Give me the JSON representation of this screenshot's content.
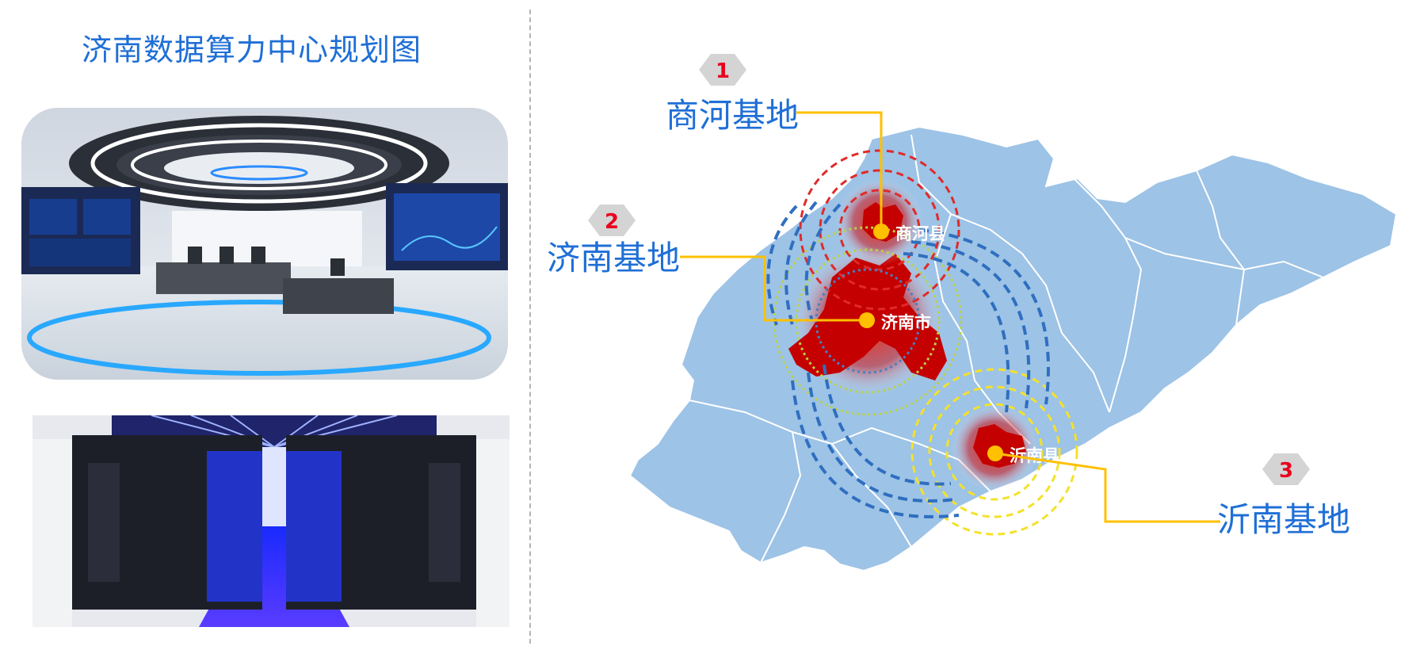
{
  "title": "济南数据算力中心规划图",
  "colors": {
    "accent": "#1f6fd6",
    "map_fill": "#9dc3e6",
    "region_fill": "#c40000",
    "leader_line": "#ffc000",
    "badge": "#d4d4d4",
    "badge_number": "#e8001d"
  },
  "photos": [
    {
      "name": "control-center-photo",
      "description": ""
    },
    {
      "name": "server-room-photo",
      "description": ""
    }
  ],
  "map": {
    "cities": [
      {
        "label": "商河县"
      },
      {
        "label": "济南市"
      },
      {
        "label": "沂南县"
      }
    ],
    "bases": [
      {
        "number": "1",
        "label": "商河基地"
      },
      {
        "number": "2",
        "label": "济南基地"
      },
      {
        "number": "3",
        "label": "沂南基地"
      }
    ]
  }
}
